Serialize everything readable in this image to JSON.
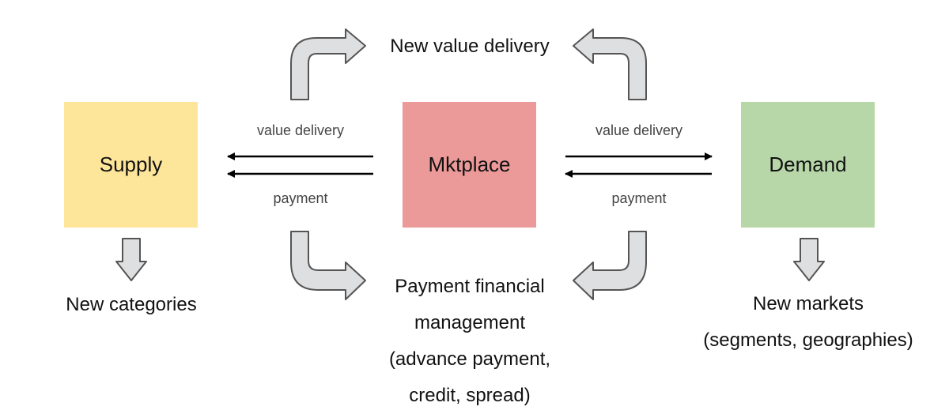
{
  "nodes": {
    "supply": {
      "label": "Supply",
      "color": "#fde59a"
    },
    "mktplace": {
      "label": "Mktplace",
      "color": "#ec9999"
    },
    "demand": {
      "label": "Demand",
      "color": "#b7d7a8"
    }
  },
  "flows": {
    "left_top": "value delivery",
    "left_bottom": "payment",
    "right_top": "value delivery",
    "right_bottom": "payment"
  },
  "labels": {
    "new_value_delivery": "New value delivery",
    "new_categories": "New categories",
    "payment_fm": {
      "line1": "Payment financial",
      "line2": "management",
      "line3": "(advance payment,",
      "line4": "credit, spread)"
    },
    "new_markets": {
      "line1": "New markets",
      "line2": "(segments, geographies)"
    }
  },
  "colors": {
    "arrow_fill": "#dedfe1",
    "arrow_stroke": "#555555",
    "line": "#000000"
  }
}
